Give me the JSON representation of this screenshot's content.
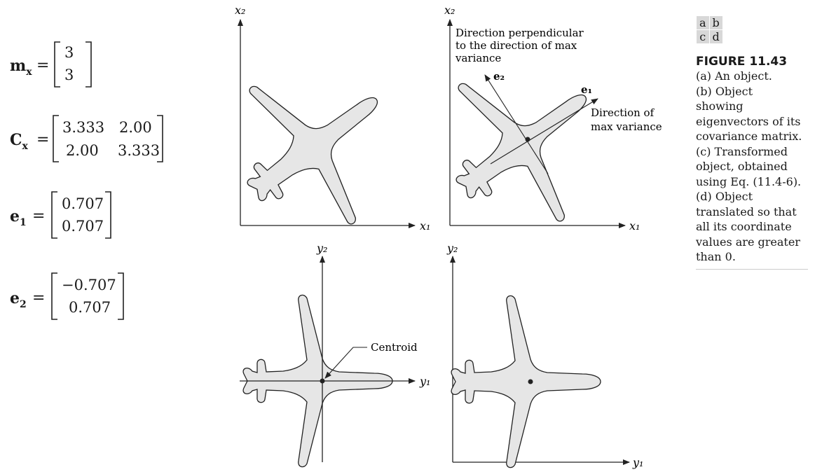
{
  "equations": [
    {
      "sym": "m",
      "sub": "x",
      "rows": [
        [
          "3"
        ],
        [
          "3"
        ]
      ]
    },
    {
      "sym": "C",
      "sub": "x",
      "rows": [
        [
          "3.333",
          "2.00"
        ],
        [
          "2.00",
          "3.333"
        ]
      ]
    },
    {
      "sym": "e",
      "sub": "1",
      "rows": [
        [
          "0.707"
        ],
        [
          "0.707"
        ]
      ]
    },
    {
      "sym": "e",
      "sub": "2",
      "rows": [
        [
          "−0.707"
        ],
        [
          "0.707"
        ]
      ]
    }
  ],
  "eq_sign": "=",
  "axes": {
    "a": {
      "y": "x₂",
      "x": "x₁"
    },
    "b": {
      "y": "x₂",
      "x": "x₁"
    },
    "c": {
      "y": "y₂",
      "x": "y₁"
    },
    "d": {
      "y": "y₂",
      "x": "y₁"
    }
  },
  "annotations": {
    "perp": [
      "Direction perpendicular",
      "to the direction of max",
      "variance"
    ],
    "e2": "e₂",
    "e1": "e₁",
    "maxvar": [
      "Direction of",
      "max variance"
    ],
    "centroid": "Centroid"
  },
  "panel_letters": [
    [
      "a",
      "b"
    ],
    [
      "c",
      "d"
    ]
  ],
  "caption": {
    "title": "FIGURE 11.43",
    "lines": [
      "(a) An object.",
      "(b) Object",
      "showing",
      "eigenvectors of its",
      "covariance matrix.",
      "(c) Transformed",
      "object, obtained",
      "using Eq. (11.4-6).",
      "(d) Object",
      "translated so that",
      "all its coordinate",
      "values are greater",
      "than 0."
    ]
  },
  "colors": {
    "fill": "#e6e6e6",
    "stroke": "#222222"
  }
}
